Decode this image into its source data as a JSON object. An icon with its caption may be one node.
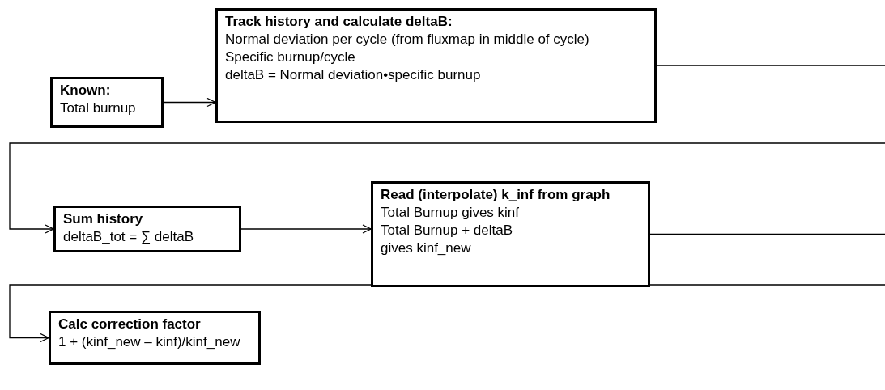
{
  "diagram": {
    "nodes": [
      {
        "text": [
          "Known:",
          "Total burnup"
        ]
      },
      {
        "text": [
          "Track history and calculate deltaB:",
          "Normal deviation per cycle (from fluxmap in middle of cycle)",
          "Specific burnup/cycle",
          "deltaB = Normal deviation•specific burnup"
        ]
      },
      {
        "text": [
          "Sum history",
          "deltaB_tot = ∑ deltaB"
        ]
      },
      {
        "text": [
          "Read (interpolate)  k_inf from graph",
          "Total Burnup gives kinf",
          "Total Burnup + deltaB",
          "gives kinf_new"
        ]
      },
      {
        "text": [
          "Calc correction factor",
          "1 + (kinf_new – kinf)/kinf_new"
        ]
      }
    ],
    "edges": [
      {
        "from": 0,
        "to": 1,
        "arrow": "to"
      },
      {
        "from": 1,
        "to": null,
        "arrow": "none"
      },
      {
        "from": null,
        "to": 2,
        "arrow": "to"
      },
      {
        "from": 2,
        "to": 3,
        "arrow": "to"
      },
      {
        "from": 3,
        "to": null,
        "arrow": "none"
      },
      {
        "from": null,
        "to": 4,
        "arrow": "to"
      }
    ]
  }
}
